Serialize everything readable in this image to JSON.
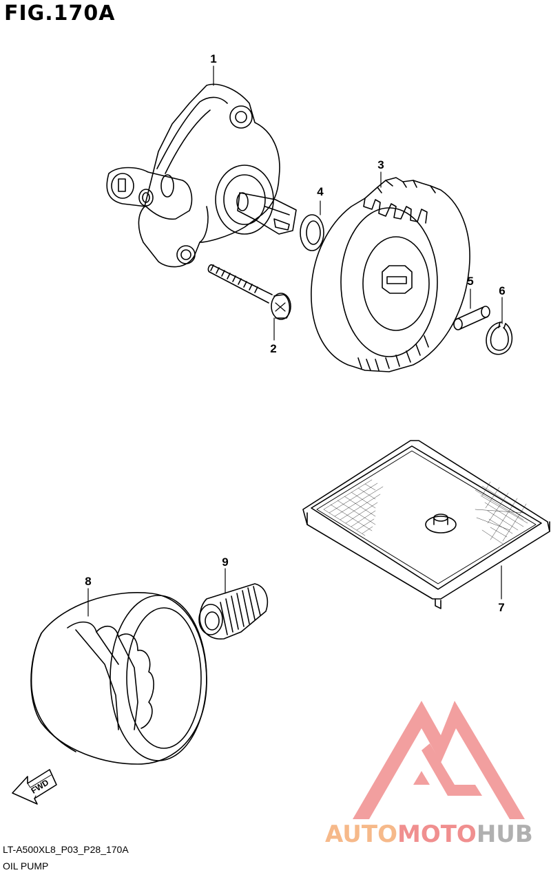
{
  "figure": {
    "title": "FIG.170A",
    "model_code": "LT-A500XL8_P03_P28_170A",
    "name": "OIL PUMP"
  },
  "callouts": [
    {
      "num": "1",
      "part": "oil-pump-body"
    },
    {
      "num": "2",
      "part": "bolt"
    },
    {
      "num": "3",
      "part": "driven-gear"
    },
    {
      "num": "4",
      "part": "washer"
    },
    {
      "num": "5",
      "part": "pin"
    },
    {
      "num": "6",
      "part": "circlip"
    },
    {
      "num": "7",
      "part": "oil-strainer"
    },
    {
      "num": "8",
      "part": "oil-filter"
    },
    {
      "num": "9",
      "part": "union-bolt"
    }
  ],
  "direction_arrow": "FWD",
  "watermark": {
    "part1": "AUTO",
    "part2": "MOTO",
    "part3": "HUB",
    "colors": [
      "#f6b98a",
      "#f08f8f",
      "#b0b0b0"
    ]
  }
}
